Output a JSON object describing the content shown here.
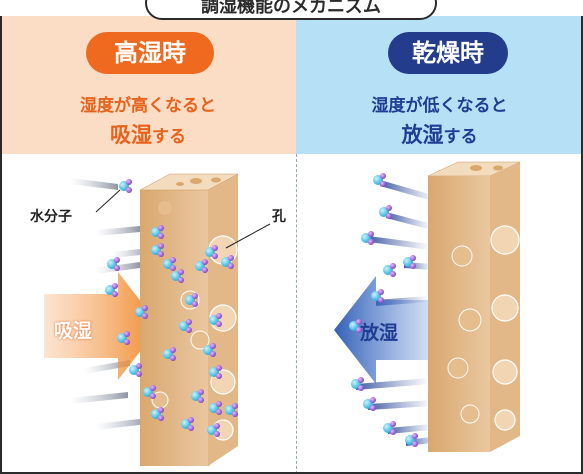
{
  "title": "調湿機能のメカニズム",
  "left_panel": {
    "state": "高湿時",
    "line1": "湿度が高くなると",
    "line2_strong": "吸湿",
    "line2_rest": "する",
    "arrow_label": "吸湿",
    "label_water": "水分子",
    "label_pore": "孔",
    "colors": {
      "accent": "#ef6a1f",
      "panel": "#fbdcc4"
    }
  },
  "right_panel": {
    "state": "乾燥時",
    "line1": "湿度が低くなると",
    "line2_strong": "放湿",
    "line2_rest": "する",
    "arrow_label": "放湿",
    "colors": {
      "accent": "#233c8c",
      "panel": "#b6e0f5"
    }
  }
}
